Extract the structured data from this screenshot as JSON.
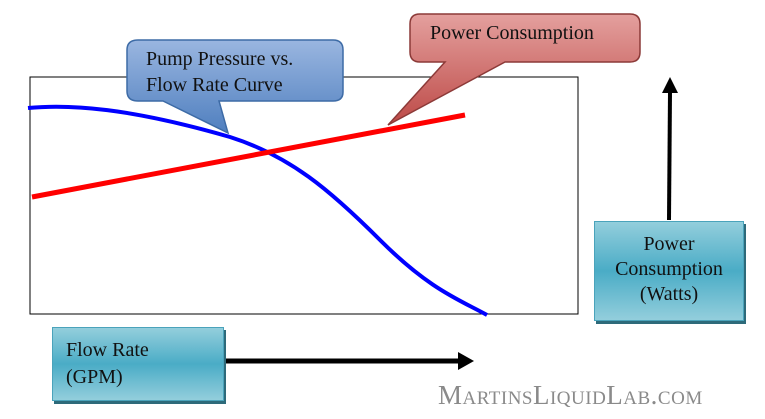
{
  "callouts": {
    "pump_curve": "Pump Pressure vs. Flow Rate Curve",
    "pump_curve_line1": "Pump Pressure vs.",
    "pump_curve_line2": "Flow Rate Curve",
    "power": "Power Consumption"
  },
  "axes": {
    "x_label_line1": "Flow Rate",
    "x_label_line2": "(GPM)",
    "y_label_line1": "Power",
    "y_label_line2": "Consumption",
    "y_label_line3": "(Watts)"
  },
  "watermark": "MartinsLiquidLab.com",
  "colors": {
    "pump_curve": "#0000ff",
    "power_line": "#ff0000",
    "blue_callout": "#5b87c5",
    "red_callout": "#c0504d",
    "axis_box": "#4aacc6"
  }
}
